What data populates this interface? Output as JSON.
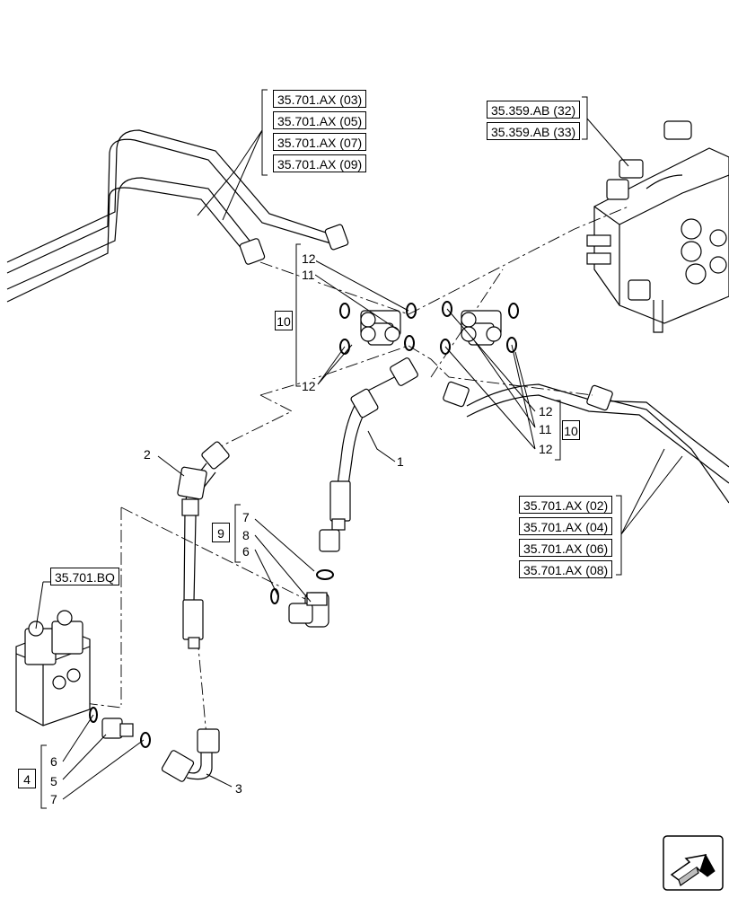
{
  "refs": {
    "left_group": [
      "35.701.AX (03)",
      "35.701.AX (05)",
      "35.701.AX (07)",
      "35.701.AX (09)"
    ],
    "valve_group": [
      "35.359.AB (32)",
      "35.359.AB (33)"
    ],
    "right_group": [
      "35.701.AX (02)",
      "35.701.AX (04)",
      "35.701.AX (06)",
      "35.701.AX (08)"
    ],
    "solenoid": "35.701.BQ"
  },
  "callouts": {
    "left_tee": {
      "group": "10",
      "top": "12",
      "mid": "11",
      "bottom": "12"
    },
    "right_tee": {
      "group": "10",
      "top": "12",
      "mid": "11",
      "bottom": "12"
    },
    "elbow": {
      "group": "9",
      "a": "7",
      "b": "8",
      "c": "6"
    },
    "adapter": {
      "group": "4",
      "a": "6",
      "b": "5",
      "c": "7"
    },
    "pipes": {
      "p1": "1",
      "p2": "2",
      "p3": "3"
    }
  },
  "colors": {
    "line": "#000000",
    "fill": "#ffffff",
    "shade": "#d9d9d9",
    "dark": "#9a9a9a"
  },
  "icons": {
    "nav": "arrow-next-page-icon"
  }
}
